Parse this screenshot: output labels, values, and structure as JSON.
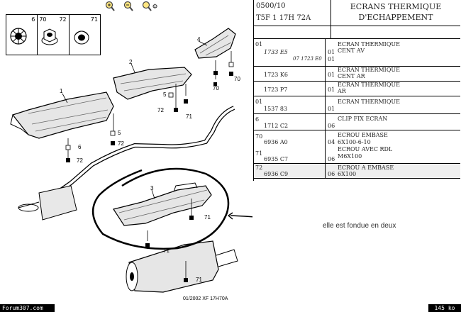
{
  "toolbar": {
    "zoom_in_icon": "magnifier-plus-icon",
    "zoom_out_icon": "magnifier-minus-icon",
    "zoom_reset_icon": "magnifier-hand-icon"
  },
  "thumbnails": [
    {
      "number": "6"
    },
    {
      "number": "70"
    },
    {
      "number": "72"
    },
    {
      "number": "71"
    }
  ],
  "diagram": {
    "labels": {
      "p1": "1",
      "p2": "2",
      "p3": "3",
      "p4": "4",
      "a5": "5",
      "a5b": "5",
      "a6": "6",
      "a72": "72",
      "a72b": "72",
      "a70": "70",
      "a70b": "70",
      "a71": "71",
      "a71b": "71",
      "a71c": "71",
      "a71d": "71"
    },
    "caption": "01/2002   XF 17H70A"
  },
  "parts_table": {
    "header": {
      "code1": "0500/10",
      "code2": "T5F 1 17H 72A",
      "title_line1": "ECRANS THERMIQUE",
      "title_line2": "D'ECHAPPEMENT"
    },
    "rows": [
      {
        "ref": "01",
        "part": "1733 E5",
        "note": "07 1723 E0",
        "qty": "01\n01",
        "desc": "ECRAN THERMIQUE\nCENT AV"
      },
      {
        "ref": "",
        "part": "1723 K6",
        "note": "",
        "qty": "01",
        "desc": "ECRAN THERMIQUE\nCENT AR"
      },
      {
        "ref": "",
        "part": "1723 P7",
        "note": "",
        "qty": "01",
        "desc": "ECRAN THERMIQUE\nAR"
      },
      {
        "ref": "",
        "part": "1537 83",
        "note": "",
        "qty": "01",
        "desc": "ECRAN THERMIQUE"
      },
      {
        "ref": "",
        "part": "1712 C2",
        "note": "",
        "qty": "06",
        "desc": "CLIP FIX ECRAN"
      },
      {
        "ref": "70\n\n71",
        "part": "6936 A0\n\n6935 C7",
        "note": "",
        "qty": "04\n\n06",
        "desc": "ECROU EMBASE\n6X100-6-10\nECROU AVEC RDL\nM6X100"
      },
      {
        "ref": "72",
        "part": "6936 C9",
        "note": "",
        "qty": "06",
        "desc": "ECROU A EMBASE\n6X100"
      }
    ]
  },
  "annotation": {
    "callout_text": "elle est fondue en deux",
    "circle_color": "#000000"
  },
  "statusbar": {
    "left_text": "Forum307.com",
    "right_text": "145 ko"
  }
}
